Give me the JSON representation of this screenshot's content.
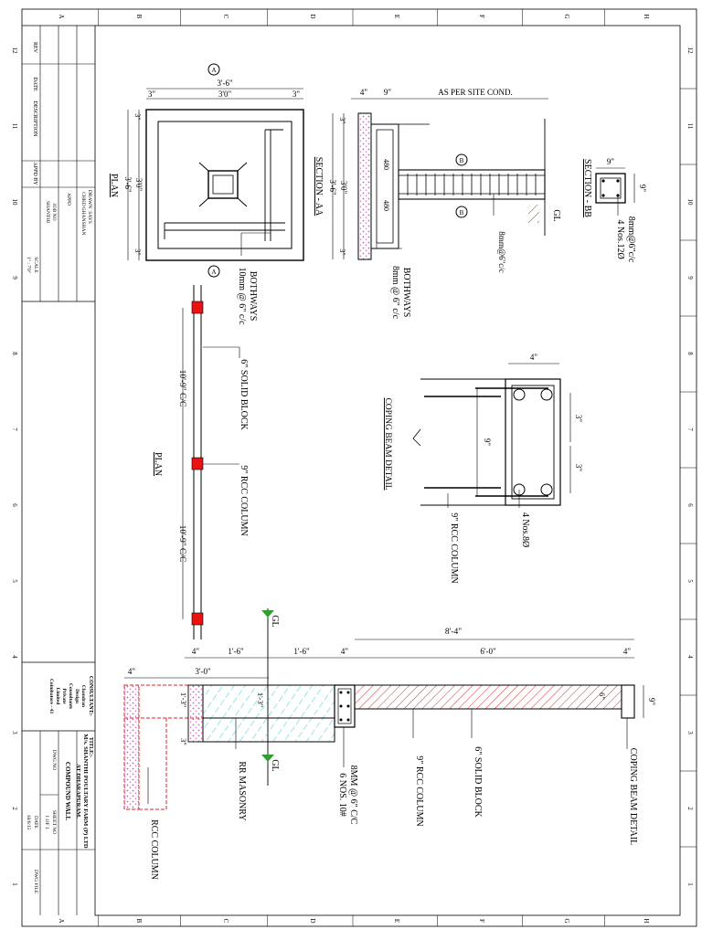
{
  "grid": {
    "cols": [
      "A",
      "B",
      "C",
      "D",
      "E",
      "F",
      "G",
      "H"
    ],
    "rows": [
      "12",
      "11",
      "10",
      "9",
      "8",
      "7",
      "6",
      "5",
      "4",
      "3",
      "2",
      "1"
    ]
  },
  "revision": {
    "headers": [
      "REV",
      "DATE",
      "DESCRIPTION",
      "APPD BY"
    ]
  },
  "approval": {
    "labels": [
      "DRAWN",
      "CHKD",
      "APPD",
      "JOB NO",
      "SCALE"
    ],
    "values": [
      "SAYS",
      "GHANSHAN",
      "",
      "SHANTHI",
      "1\" : 7'0\""
    ]
  },
  "consultant": {
    "heading": "CONSULTANT:-",
    "lines": [
      "Chandran",
      "Design",
      "Consultants",
      "Private",
      "Limited",
      "Coimbatore - 43"
    ]
  },
  "title_block": {
    "title_label": "TITLE:-",
    "client": "M/s. SHANTHI POULTARY FARM (P) LTD",
    "location": "AT DHARAPURAM.",
    "drawing_title": "COMPOUND WALL",
    "labels": [
      "DWG NO",
      "SHEET NO",
      "DATE",
      "DWG FILE"
    ],
    "values": [
      "",
      "1 OF 1",
      "18/6/15",
      ""
    ]
  },
  "plan_footing": {
    "title": "PLAN",
    "section_marker": "A",
    "dim_total": "3'-6\"",
    "dim_inner": "3'0\"",
    "dim_edge": "3\"",
    "dim_side_total": "3'-6\"",
    "dim_side_inner": "3'0\"",
    "rebar_note": "10mm @ 6\" c/c",
    "rebar_note2": "BOTHWAYS"
  },
  "section_aa": {
    "title": "SECTION - AA",
    "dim_top_a": "4\"",
    "dim_top_b": "9\"",
    "site_note": "AS PER SITE COND.",
    "dim_total": "3'-6\"",
    "dim_inner": "3'0\"",
    "dim_edge": "3\"",
    "thk": "480",
    "marker": "B",
    "rebar_stirrup": "8mm@6\"c/c",
    "rebar_slab": "8mm @ 6\" c/c",
    "rebar_slab2": "BOTHWAYS",
    "gl": "GL"
  },
  "section_bb": {
    "title": "SECTION - BB",
    "dim_w": "9\"",
    "dim_h": "9\"",
    "bars": "4 Nos.12Ø",
    "ties": "8mm@6\"c/c"
  },
  "plan_wall": {
    "title": "PLAN",
    "spacing": "10'-9\" C/C",
    "block": "6\" SOLID BLOCK",
    "column": "9\" RCC COLUMN"
  },
  "coping_detail": {
    "title": "COPING BEAM DETAIL",
    "dim_w": "4\"",
    "dim_h": "9\"",
    "dim_a": "3\"",
    "bars": "4 Nos.8Ø",
    "column": "9\" RCC COLUMN"
  },
  "elevation": {
    "dims_top": [
      "4\"",
      "1'-6\"",
      "1'-6\"",
      "4\"",
      "6'-0\"",
      "4\""
    ],
    "dim_overall": "8'-4\"",
    "dim_footing": "3'-0\"",
    "dim_mas_a": "1'-3\"",
    "dim_mas_b": "1'-3\"",
    "dim_pcc": "3\"",
    "dim_coping": "6\"",
    "dim_coping_h": "9\"",
    "gl": "GL",
    "labels": [
      "RCC COLUMN",
      "RR MASONRY",
      "6 NOS. 10#",
      "8MM @ 6\" C/C",
      "9\" RCC COLUMN",
      "6\" SOLID BLOCK",
      "COPING BEAM DETAIL"
    ]
  },
  "colors": {
    "hatch_pink": "#d25ab4",
    "hatch_cyan": "#18c8d0",
    "hatch_red": "#d83030",
    "column_red": "#ee1111",
    "gl_green": "#2fa02f",
    "dashed_red": "#e02020"
  }
}
